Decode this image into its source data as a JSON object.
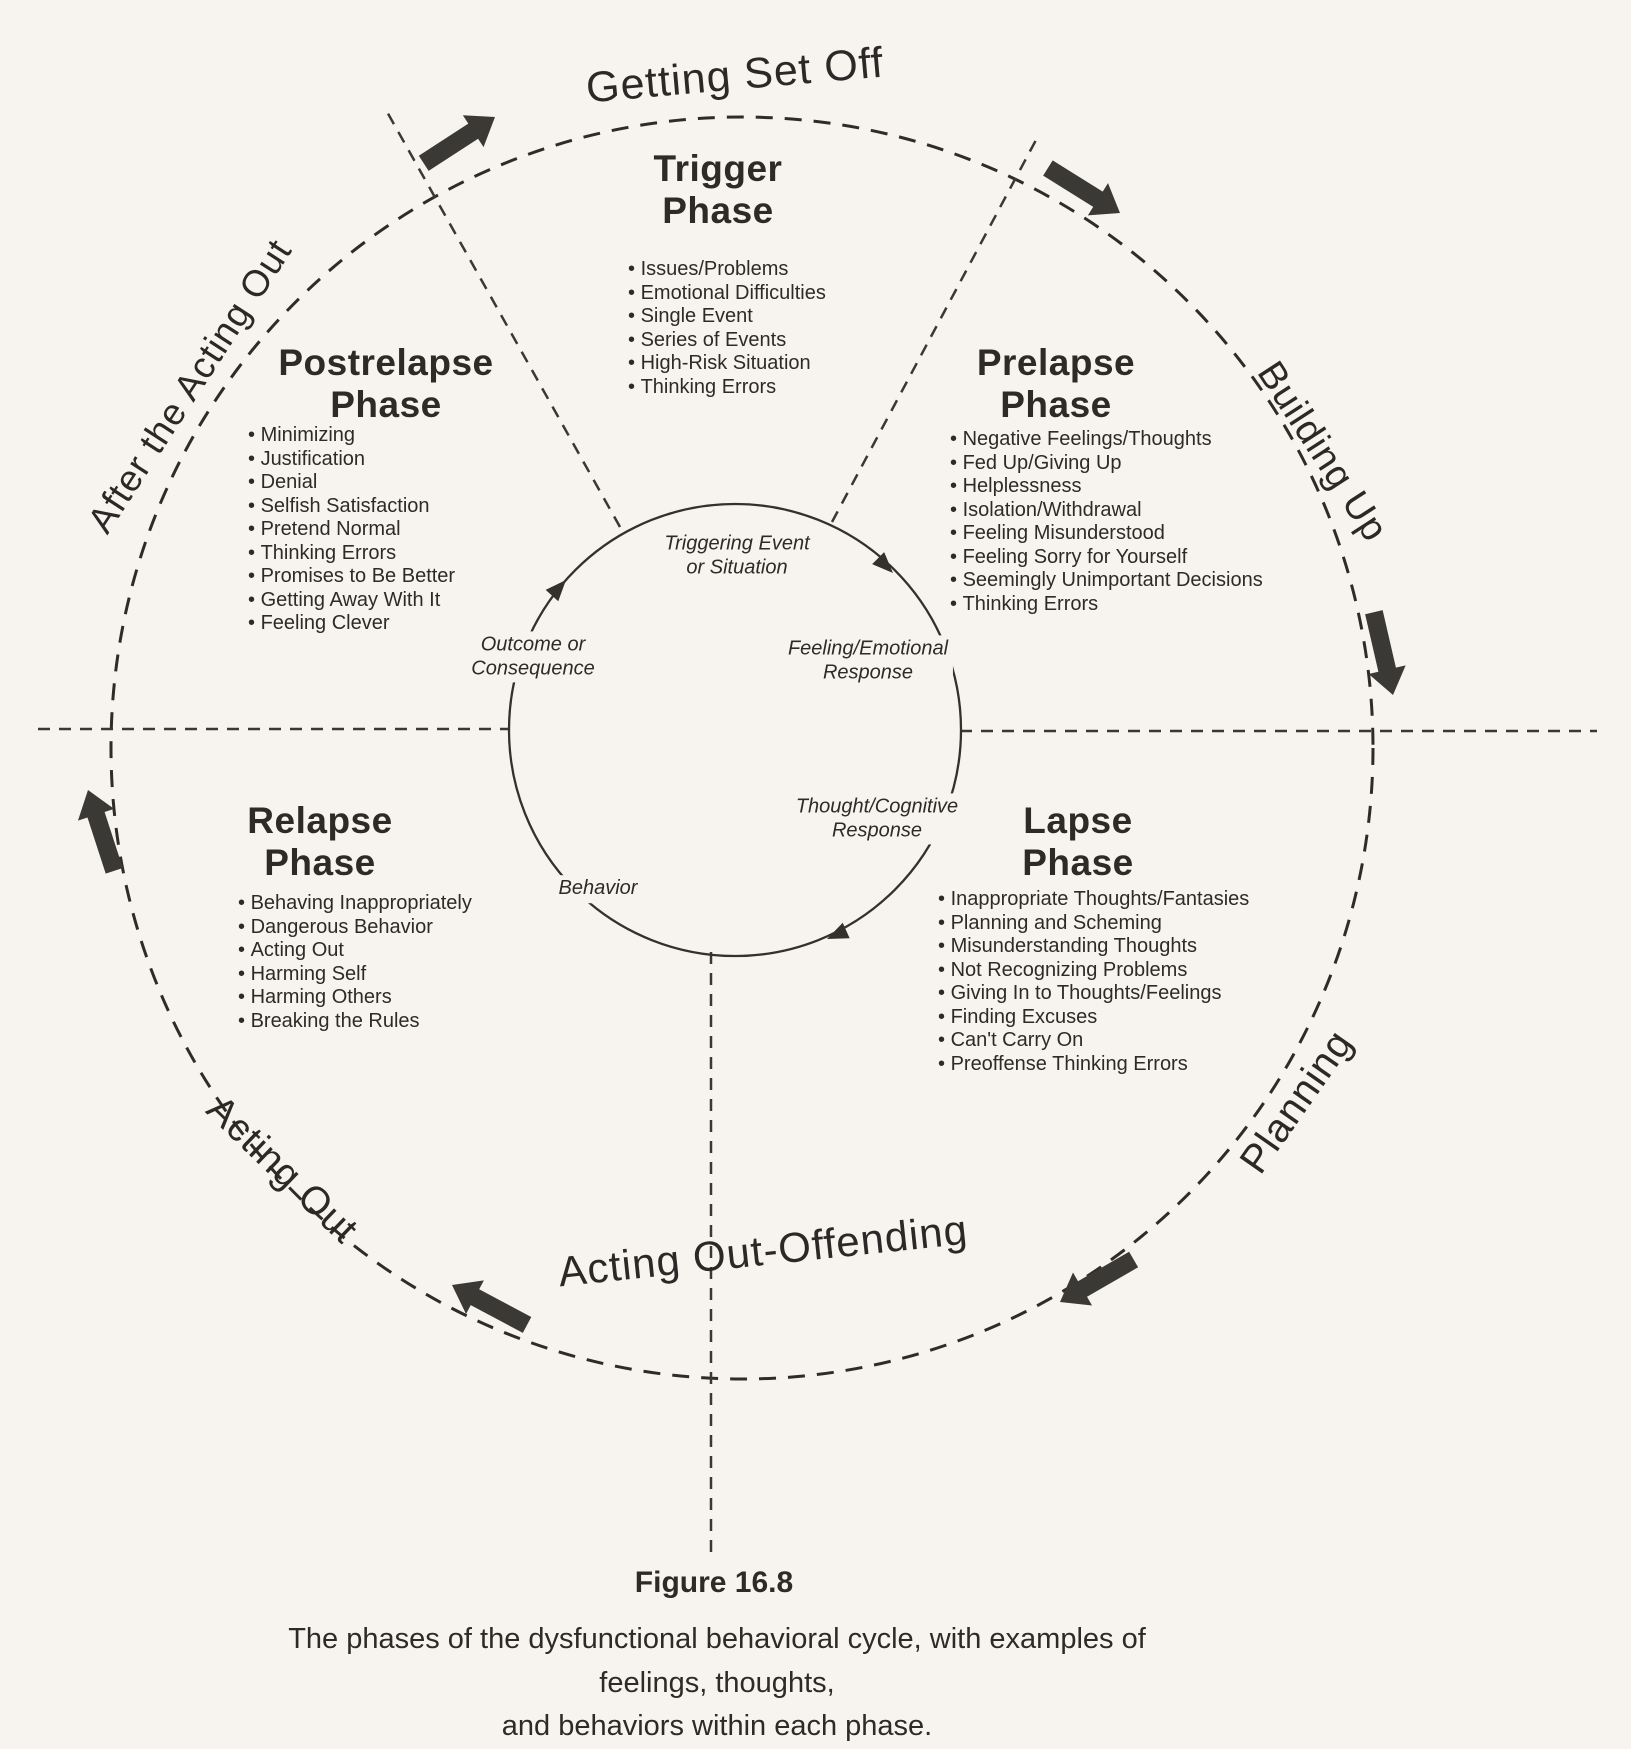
{
  "figure": {
    "number": "Figure 16.8",
    "caption": "The phases of the dysfunctional behavioral cycle, with examples of feelings, thoughts,\nand behaviors within each phase."
  },
  "outer_labels": {
    "top": "Getting Set Off",
    "upper_right": "Building Up",
    "lower_right": "Planning",
    "bottom": "Acting Out-Offending",
    "lower_left": "Acting Out",
    "upper_left": "After the Acting Out"
  },
  "inner_cycle": {
    "triggering_event": "Triggering Event\nor Situation",
    "feeling_response": "Feeling/Emotional\nResponse",
    "thought_response": "Thought/Cognitive\nResponse",
    "behavior": "Behavior",
    "outcome": "Outcome or\nConsequence"
  },
  "phases": {
    "trigger": {
      "title": "Trigger\nPhase",
      "items": [
        "Issues/Problems",
        "Emotional Difficulties",
        "Single Event",
        "Series of Events",
        "High-Risk Situation",
        "Thinking Errors"
      ]
    },
    "prelapse": {
      "title": "Prelapse\nPhase",
      "items": [
        "Negative Feelings/Thoughts",
        "Fed Up/Giving Up",
        "Helplessness",
        "Isolation/Withdrawal",
        "Feeling Misunderstood",
        "Feeling Sorry for Yourself",
        "Seemingly Unimportant Decisions",
        "Thinking Errors"
      ]
    },
    "lapse": {
      "title": "Lapse\nPhase",
      "items": [
        "Inappropriate Thoughts/Fantasies",
        "Planning and Scheming",
        "Misunderstanding Thoughts",
        "Not Recognizing Problems",
        "Giving In to Thoughts/Feelings",
        "Finding Excuses",
        "Can't Carry On",
        "Preoffense Thinking Errors"
      ]
    },
    "relapse": {
      "title": "Relapse\nPhase",
      "items": [
        "Behaving Inappropriately",
        "Dangerous Behavior",
        "Acting Out",
        "Harming Self",
        "Harming Others",
        "Breaking the Rules"
      ]
    },
    "postrelapse": {
      "title": "Postrelapse\nPhase",
      "items": [
        "Minimizing",
        "Justification",
        "Denial",
        "Selfish Satisfaction",
        "Pretend Normal",
        "Thinking Errors",
        "Promises to Be Better",
        "Getting Away With It",
        "Feeling Clever"
      ]
    }
  },
  "colors": {
    "ink": "#2d2b28",
    "paper": "#f7f4ef"
  }
}
